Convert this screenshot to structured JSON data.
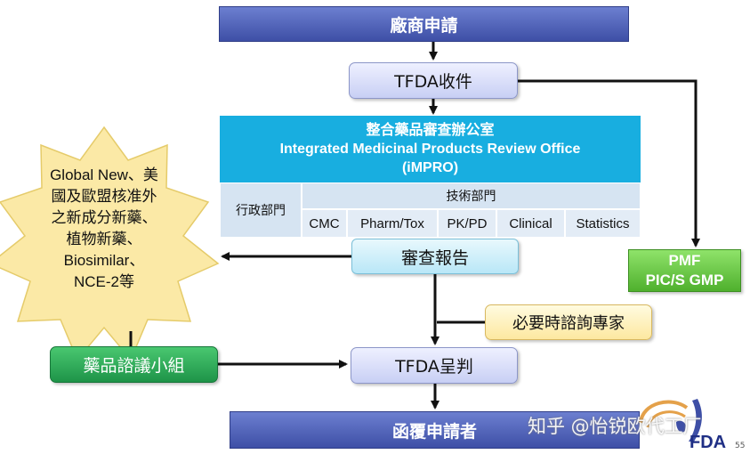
{
  "nodes": {
    "applicant": "廠商申請",
    "receipt": "TFDA收件",
    "impro_title_zh": "整合藥品審查辦公室",
    "impro_title_en": "Integrated Medicinal Products Review Office",
    "impro_abbr": "(iMPRO)",
    "admin_dept": "行政部門",
    "tech_dept": "技術部門",
    "tech_units": [
      "CMC",
      "Pharm/Tox",
      "PK/PD",
      "Clinical",
      "Statistics"
    ],
    "review_report": "審查報告",
    "expert_consult": "必要時諮詢專家",
    "advisory_committee": "藥品諮議小組",
    "tfda_decision": "TFDA呈判",
    "reply": "函覆申請者",
    "pmf_line1": "PMF",
    "pmf_line2": "PIC/S GMP"
  },
  "star_lines": [
    "Global New、美",
    "國及歐盟核准外",
    "之新成分新藥、",
    "植物新藥、",
    "Biosimilar、",
    "NCE-2等"
  ],
  "watermark": "知乎 @怡锐欧代工厂",
  "logo_text": "FDA",
  "page_number": "55",
  "colors": {
    "navy": "#3e4fa6",
    "cyan": "#18aee0",
    "green": "#4fb02d",
    "star": "#fbe9a6"
  }
}
